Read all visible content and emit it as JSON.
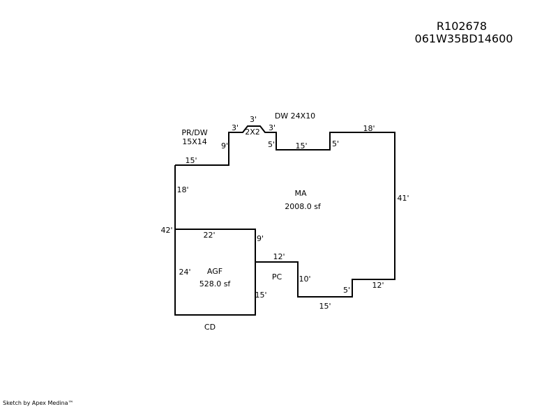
{
  "header": {
    "record_id": "R102678",
    "parcel_id": "061W35BD14600"
  },
  "areas": {
    "main": {
      "code": "MA",
      "area": "2008.0 sf"
    },
    "garage": {
      "code": "AGF",
      "area": "528.0 sf"
    },
    "porch": {
      "code": "PC"
    },
    "deck": {
      "code": "CD"
    },
    "pr_dw": {
      "code": "PR/DW",
      "size": "15X14"
    },
    "dw": {
      "label": "DW 24X10"
    },
    "bump": {
      "size": "2X2"
    }
  },
  "dimensions": {
    "top_left": "15'",
    "left_upper": "18'",
    "left_total": "42'",
    "step_up": "9'",
    "bump_left": "3'",
    "bump_top": "3'",
    "bump_right": "3'",
    "recess_left": "5'",
    "recess_bottom": "15'",
    "recess_right": "5'",
    "top_right": "18'",
    "right": "41'",
    "lower_right": "12'",
    "lower_step": "5'",
    "bottom": "15'",
    "porch_right": "10'",
    "porch_top": "12'",
    "garage_top": "22'",
    "garage_right_upper": "9'",
    "garage_left": "24'",
    "garage_right_lower": "15'"
  },
  "footer": {
    "credit": "Sketch by Apex Medina™"
  }
}
